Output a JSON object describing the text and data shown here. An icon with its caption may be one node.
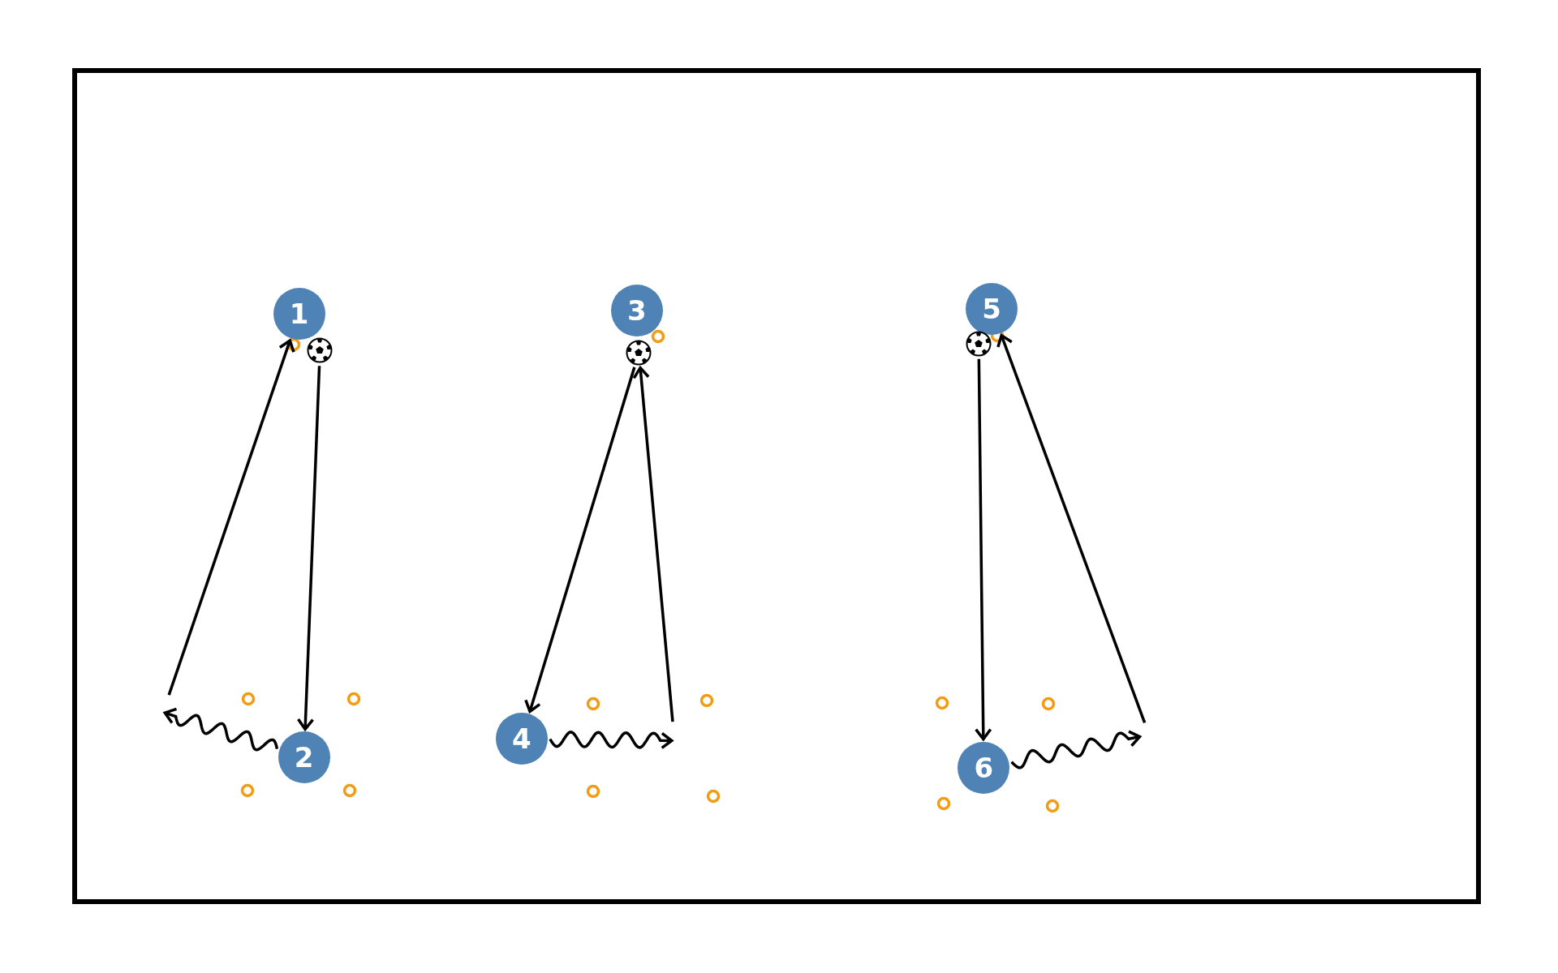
{
  "diagram": {
    "nodes": [
      {
        "text": [
          "1"
        ]
      },
      {
        "text": [],
        "shape": "picture"
      },
      {
        "text": [
          "2"
        ]
      },
      {
        "text": [
          "3"
        ]
      },
      {
        "text": [],
        "shape": "picture"
      },
      {
        "text": [
          "4"
        ]
      },
      {
        "text": [
          "5"
        ]
      },
      {
        "text": [],
        "shape": "picture"
      },
      {
        "text": [
          "6"
        ]
      }
    ],
    "edges": [
      {
        "from": 1,
        "to": 2,
        "arrow": "to"
      },
      {
        "from": null,
        "to": 0,
        "arrow": "to"
      },
      {
        "from": 2,
        "to": null,
        "arrow": "to"
      },
      {
        "from": 4,
        "to": 5,
        "arrow": "to"
      },
      {
        "from": 5,
        "to": null,
        "arrow": "to"
      },
      {
        "from": null,
        "to": 4,
        "arrow": "to"
      },
      {
        "from": 7,
        "to": 8,
        "arrow": "to"
      },
      {
        "from": null,
        "to": 6,
        "arrow": "to"
      },
      {
        "from": 8,
        "to": null,
        "arrow": "to"
      }
    ]
  }
}
